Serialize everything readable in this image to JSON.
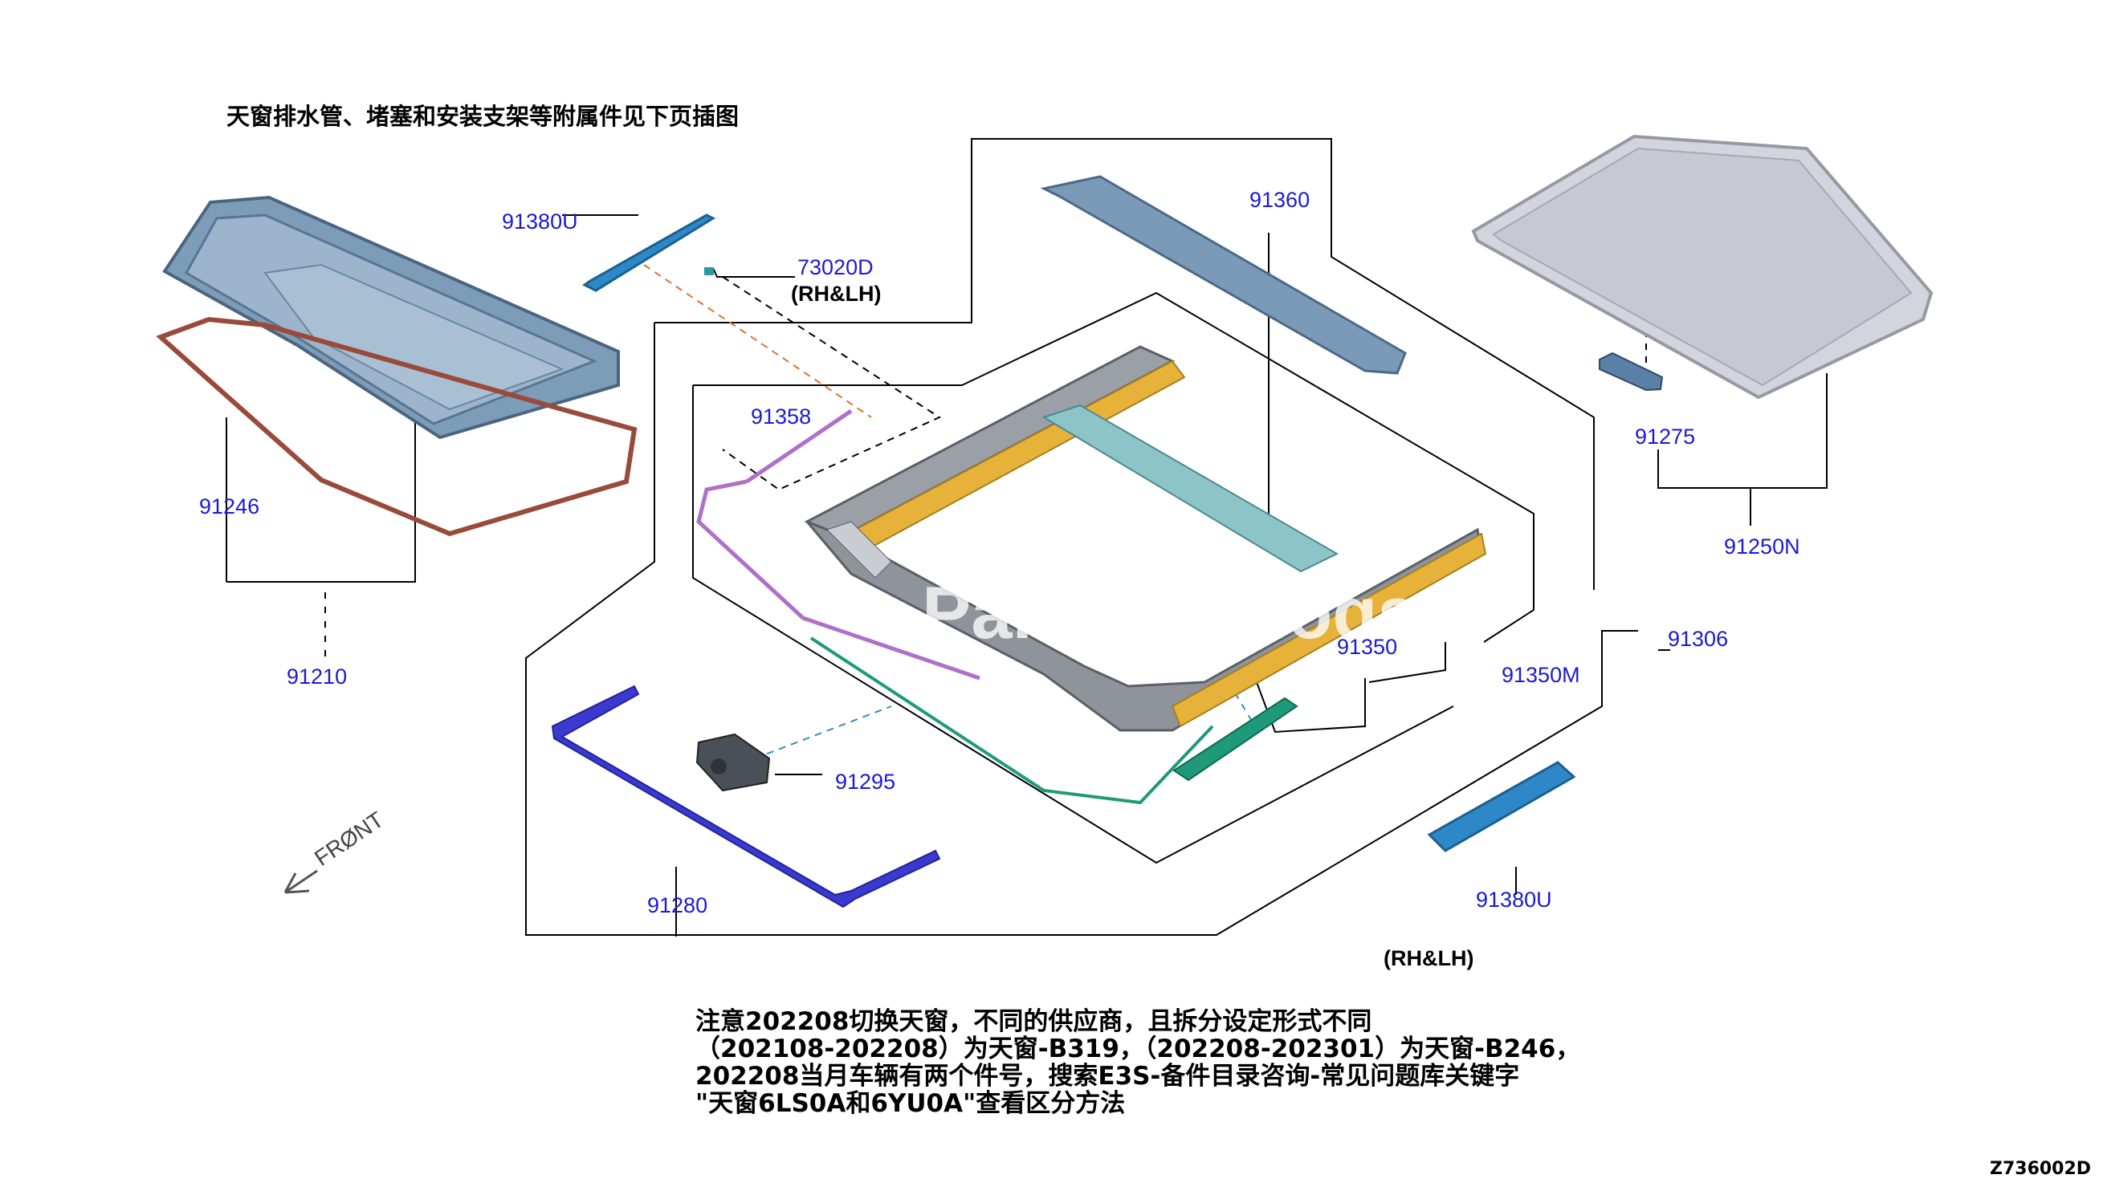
{
  "header_note": "天窗排水管、堵塞和安装支架等附属件见下页插图",
  "watermark": "PartsCatalogs",
  "front_label": "FRØNT",
  "drawing_code": "Z736002D",
  "footer_note": [
    "注意202208切换天窗，不同的供应商，且拆分设定形式不同",
    "（202108-202208）为天窗-B319，（202208-202301）为天窗-B246，",
    "202208当月车辆有两个件号，搜索E3S-备件目录咨询-常见问题库关键字",
    "\"天窗6LS0A和6YU0A\"查看区分方法"
  ],
  "part_labels": {
    "p91380U_top": "91380U",
    "p73020D": "73020D",
    "rhlh_top": "(RH&LH)",
    "p91360": "91360",
    "p91358": "91358",
    "p91246": "91246",
    "p91210": "91210",
    "p91275": "91275",
    "p91250N": "91250N",
    "p91350": "91350",
    "p91350M": "91350M",
    "p91306": "91306",
    "p91295": "91295",
    "p91280": "91280",
    "p91380U_bottom": "91380U",
    "rhlh_bottom": "(RH&LH)"
  },
  "colors": {
    "glass_panel": "#7d9cb8",
    "seal": "#9a4a3a",
    "frame": "#9aa0a6",
    "rail_yellow": "#e6b23a",
    "cross_bar": "#8cc4c8",
    "sunshade": "#d4d4dc",
    "deflector": "#3a3ad0",
    "drain_purple": "#b070c8",
    "bracket_green": "#1e9a7a",
    "strip_blue": "#2e88c8",
    "label_blue": "#1a1ad6"
  },
  "icons": {
    "front_arrow": "front-arrow-icon"
  }
}
